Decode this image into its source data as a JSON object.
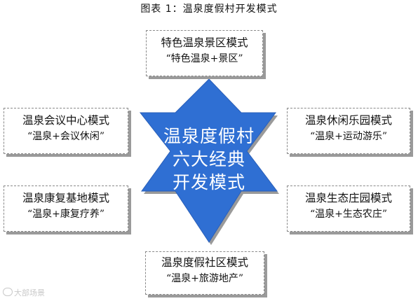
{
  "figure_title": "图表 1：温泉度假村开发模式",
  "center": {
    "lines": [
      "温泉度假村",
      "六大经典",
      "开发模式"
    ],
    "color": "#2f6fd3",
    "shadow_color": "#9a9a9a"
  },
  "modes": {
    "top": {
      "name": "特色温泉景区模式",
      "desc": "“特色温泉+景区”"
    },
    "left_1": {
      "name": "温泉会议中心模式",
      "desc": "“温泉+会议休闲”"
    },
    "left_2": {
      "name": "温泉康复基地模式",
      "desc": "“温泉+康复疗养”"
    },
    "right_1": {
      "name": "温泉休闲乐园模式",
      "desc": "“温泉+运动游乐”"
    },
    "right_2": {
      "name": "温泉生态庄园模式",
      "desc": "“温泉+生态农庄”"
    },
    "bottom": {
      "name": "温泉度假社区模式",
      "desc": "“温泉+旅游地产”"
    }
  },
  "watermark": "大部场景"
}
